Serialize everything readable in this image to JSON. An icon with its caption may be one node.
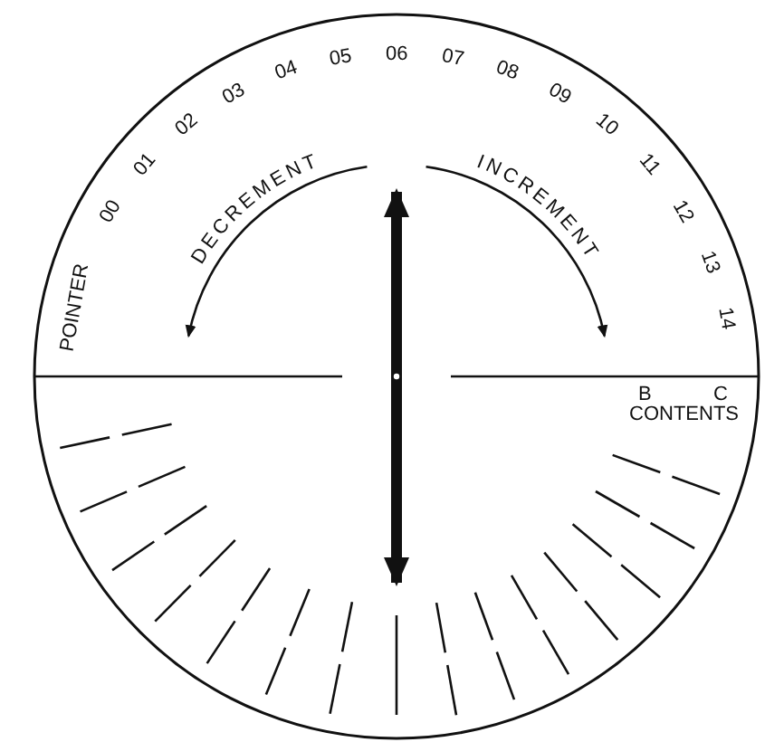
{
  "diagram": {
    "labels": [
      "POINTER",
      "00",
      "01",
      "02",
      "03",
      "04",
      "05",
      "06",
      "07",
      "08",
      "09",
      "10",
      "11",
      "12",
      "13",
      "14",
      "DECREMENT",
      "INCREMENT",
      "B",
      "C",
      "CONTENTS"
    ]
  }
}
